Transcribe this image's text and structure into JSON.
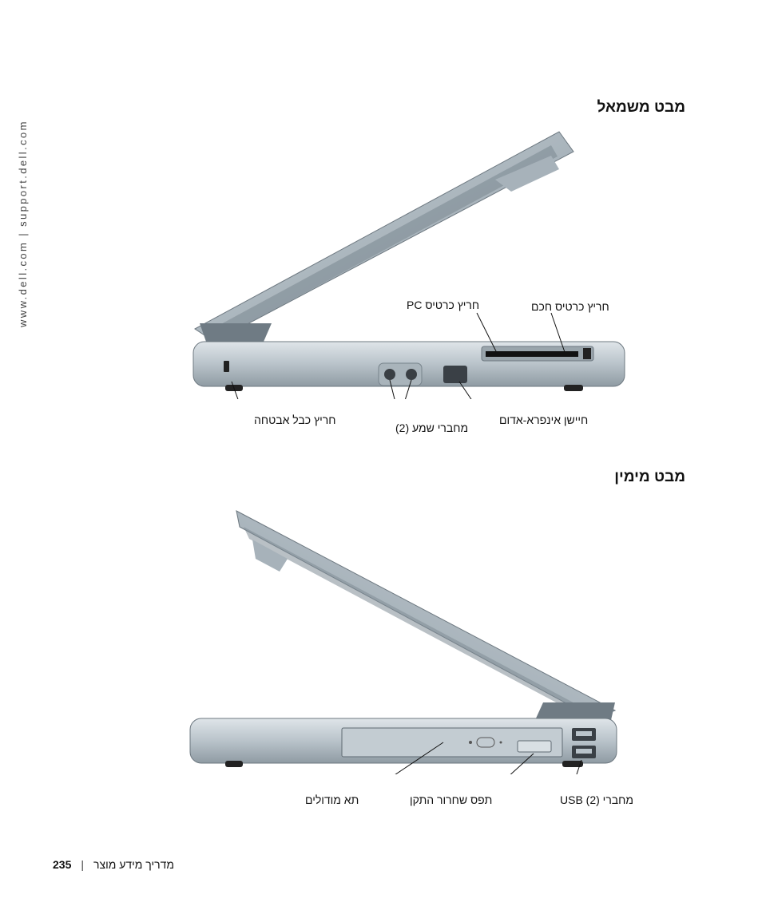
{
  "side_url": "www.dell.com | support.dell.com",
  "left_view": {
    "heading": "מבט משמאל",
    "callouts": {
      "pc_card": "חריץ כרטיס PC",
      "smart_card": "חריץ כרטיס חכם",
      "security_cable": "חריץ כבל אבטחה",
      "audio": "מחברי שמע (2)",
      "infrared": "חיישן אינפרא-אדום"
    }
  },
  "right_view": {
    "heading": "מבט מימין",
    "callouts": {
      "module_bay": "תא מודולים",
      "release_latch": "תפס שחרור התקן",
      "usb": "מחברי USB (2)"
    }
  },
  "footer": {
    "page_number": "235",
    "title": "מדריך מידע מוצר"
  }
}
